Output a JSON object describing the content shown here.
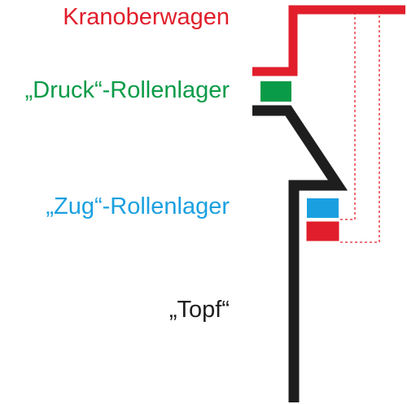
{
  "labels": {
    "oberwagen": "Kranoberwagen",
    "druck": "„Druck“-Rollenlager",
    "zug": "„Zug“-Rollenlager",
    "topf": "„Topf“"
  },
  "colors": {
    "oberwagen": "#e11e2b",
    "druck": "#0a9b48",
    "zug": "#1aa0e0",
    "topf": "#1e1e1e"
  }
}
